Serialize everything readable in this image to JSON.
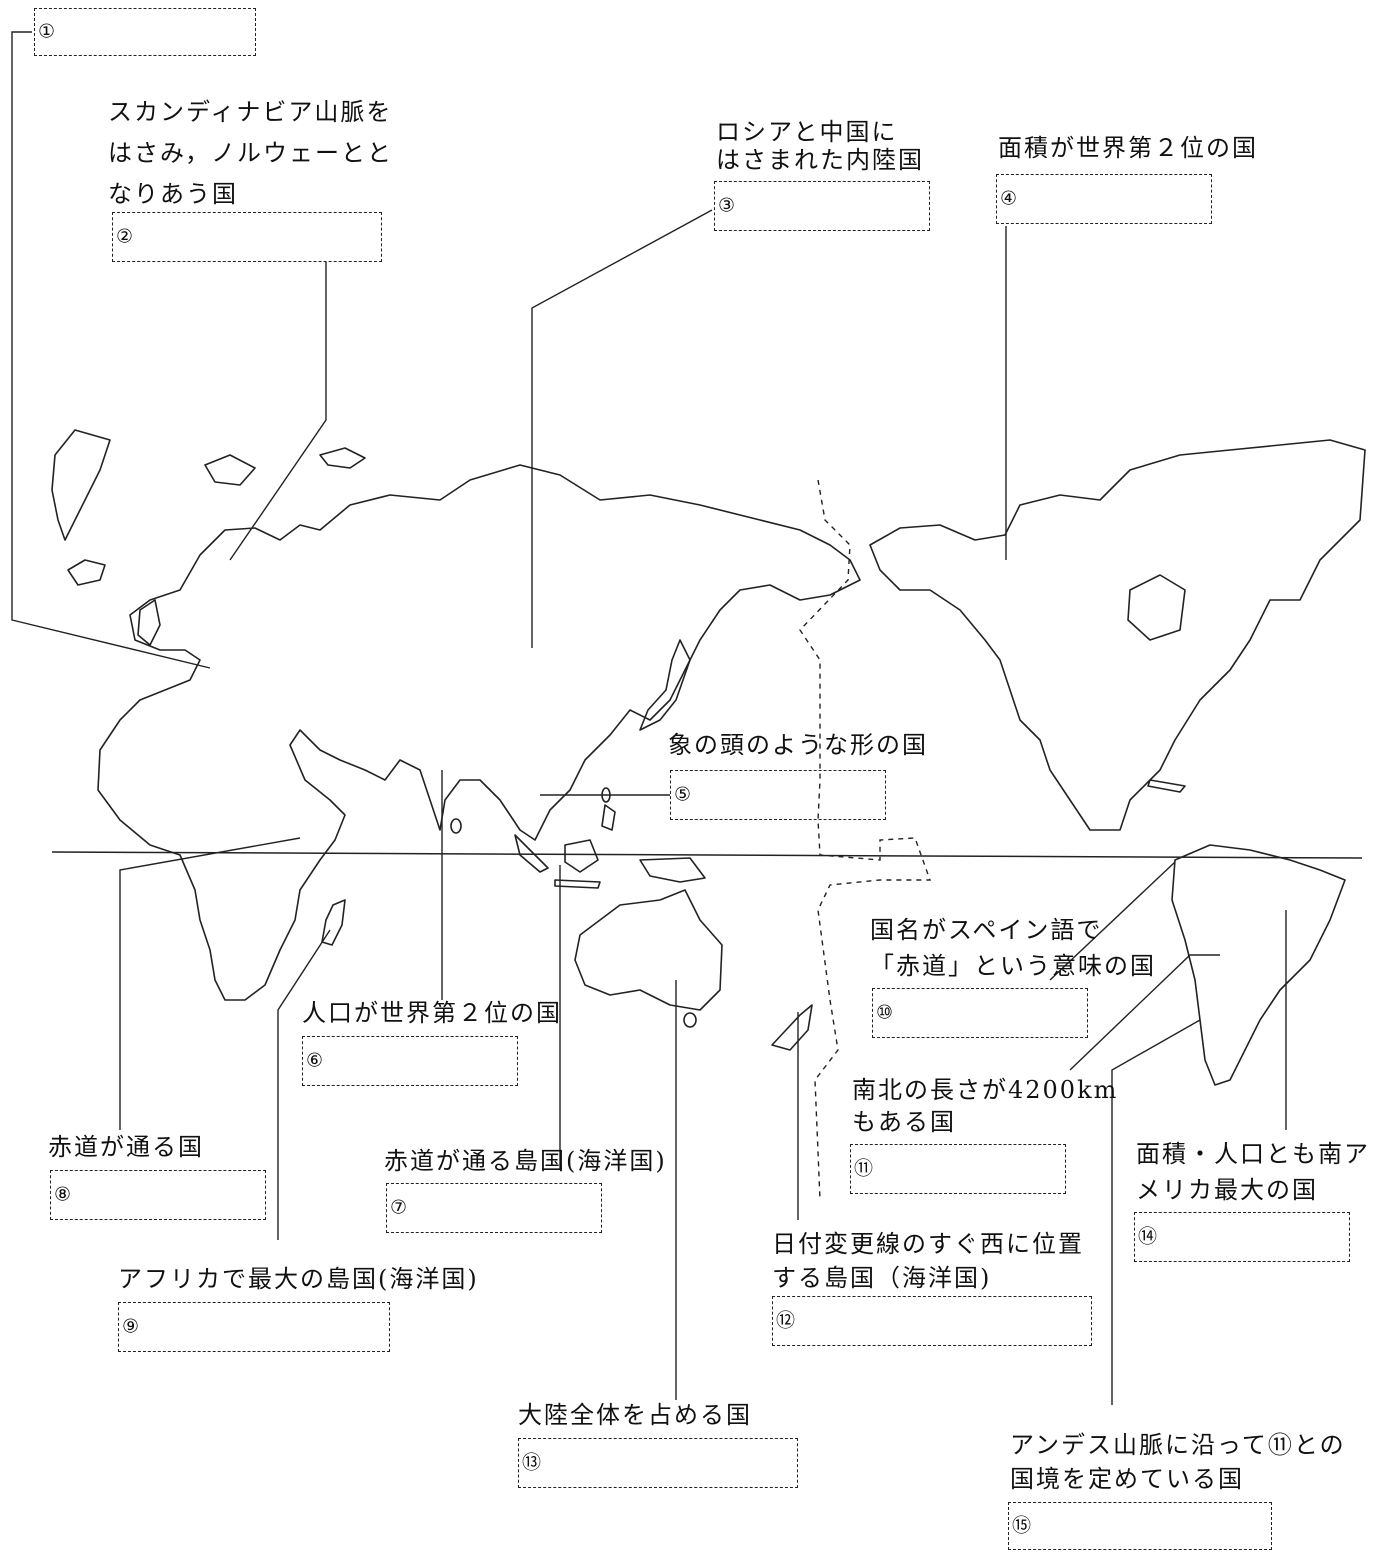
{
  "questions": [
    {
      "num": "①",
      "text": ""
    },
    {
      "num": "②",
      "text": "スカンディナビア山脈を\nはさみ，ノルウェーとと\nなりあう国"
    },
    {
      "num": "③",
      "text": "ロシアと中国に\nはさまれた内陸国"
    },
    {
      "num": "④",
      "text": "面積が世界第２位の国"
    },
    {
      "num": "⑤",
      "text": "象の頭のような形の国"
    },
    {
      "num": "⑥",
      "text": "人口が世界第２位の国"
    },
    {
      "num": "⑦",
      "text": "赤道が通る島国(海洋国)"
    },
    {
      "num": "⑧",
      "text": "赤道が通る国"
    },
    {
      "num": "⑨",
      "text": "アフリカで最大の島国(海洋国)"
    },
    {
      "num": "⑩",
      "text": "国名がスペイン語で\n「赤道」という意味の国"
    },
    {
      "num": "⑪",
      "text": "南北の長さが4200km\nもある国"
    },
    {
      "num": "⑫",
      "text": "日付変更線のすぐ西に位置\nする島国（海洋国)"
    },
    {
      "num": "⑬",
      "text": "大陸全体を占める国"
    },
    {
      "num": "⑭",
      "text": "面積・人口とも南ア\nメリカ最大の国"
    },
    {
      "num": "⑮",
      "text": "アンデス山脈に沿って⑪との\n国境を定めている国"
    }
  ]
}
